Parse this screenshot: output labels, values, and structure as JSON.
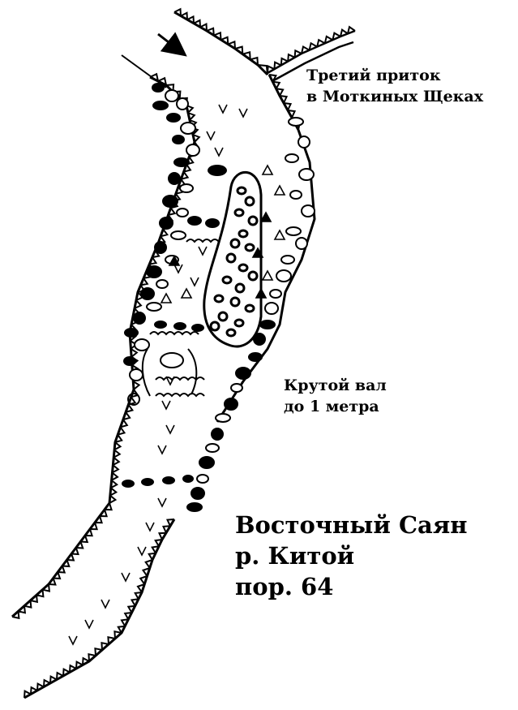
{
  "annotations": {
    "tributary_line1": "Третий приток",
    "tributary_line2": "в Моткиных Щеках",
    "wave_line1": "Крутой вал",
    "wave_line2": "до 1 метра"
  },
  "title": {
    "region": "Восточный Саян",
    "river": "р. Китой",
    "rapid": "пор. 64"
  },
  "colors": {
    "ink": "#000000",
    "paper": "#ffffff"
  }
}
